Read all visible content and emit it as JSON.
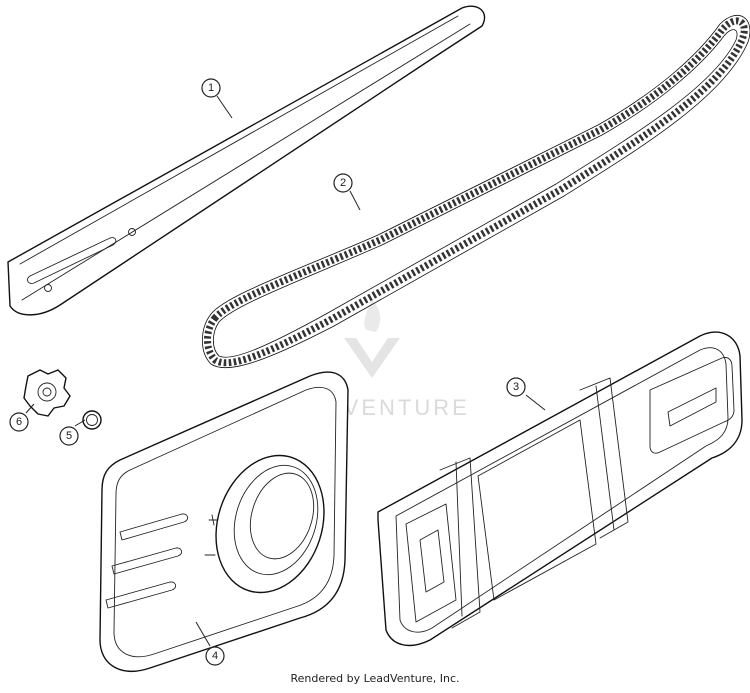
{
  "watermark": {
    "brand": "LEADVENTURE"
  },
  "footer": {
    "rendered_by": "Rendered by LeadVenture, Inc."
  },
  "callouts": [
    {
      "id": "1",
      "label": "1"
    },
    {
      "id": "2",
      "label": "2"
    },
    {
      "id": "3",
      "label": "3"
    },
    {
      "id": "4",
      "label": "4"
    },
    {
      "id": "5",
      "label": "5"
    },
    {
      "id": "6",
      "label": "6"
    }
  ]
}
